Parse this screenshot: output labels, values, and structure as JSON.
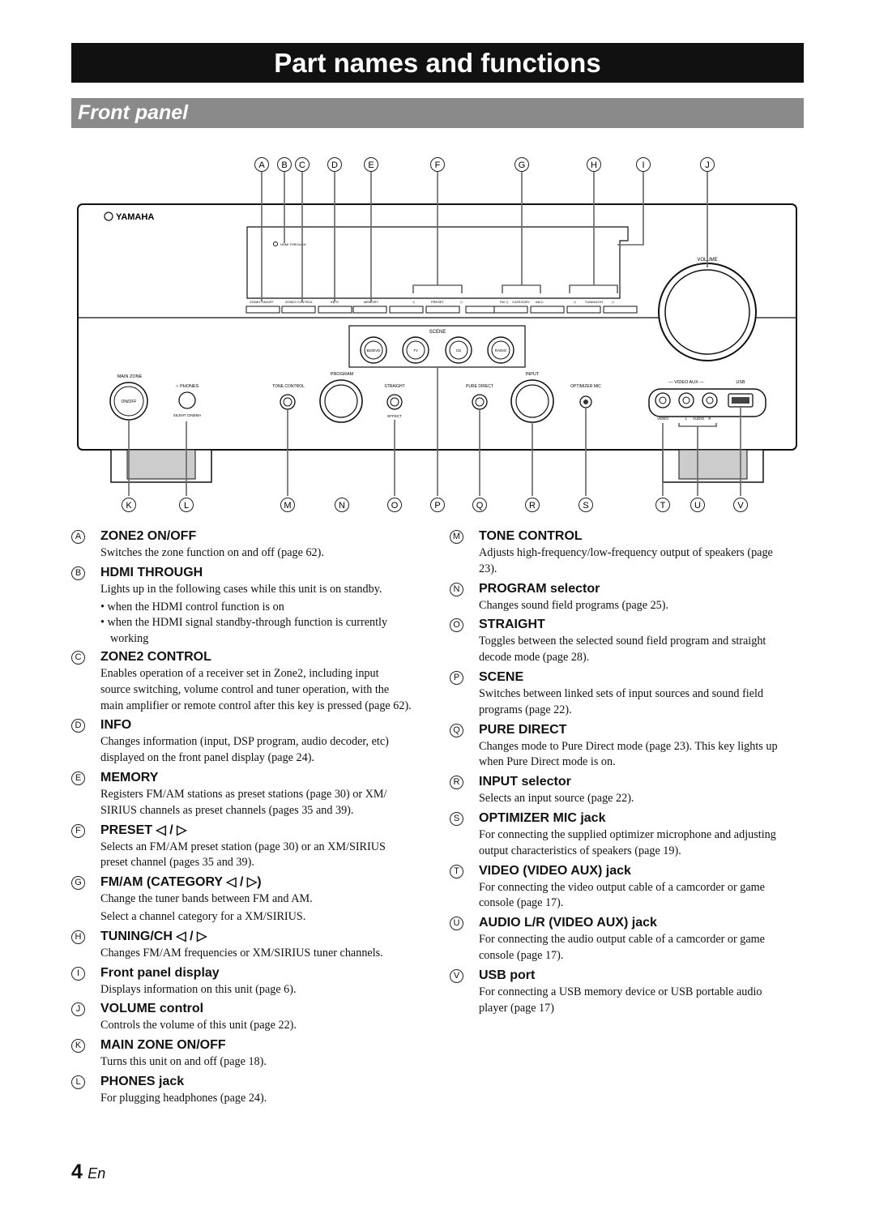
{
  "title": "Part names and functions",
  "section": "Front panel",
  "panel": {
    "brand": "YAMAHA",
    "top_letters": [
      "A",
      "B",
      "C",
      "D",
      "E",
      "F",
      "G",
      "H",
      "I",
      "J"
    ],
    "bottom_letters": [
      "K",
      "L",
      "M",
      "N",
      "O",
      "P",
      "Q",
      "R",
      "S",
      "T",
      "U",
      "V"
    ],
    "hdmi_label": "HDMI THROUGH",
    "volume_label": "VOLUME",
    "buttons": [
      "ZONE2 ON/OFF",
      "ZONE2 CONTROL",
      "INFO",
      "MEMORY",
      "◁",
      "PRESET",
      "▷",
      "FM ◁",
      "CATEGORY",
      "AM ▷",
      "◁",
      "TUNING/CH",
      "▷"
    ],
    "scene_label": "SCENE",
    "scene_buttons": [
      "BD/DVD",
      "TV",
      "CD",
      "RADIO"
    ],
    "main_zone": "MAIN ZONE",
    "on_off": "ON/OFF",
    "phones": "PHONES",
    "silent_cinema": "SILENT CINEMA",
    "tone_control": "TONE CONTROL",
    "program": "PROGRAM",
    "straight": "STRAIGHT",
    "effect": "EFFECT",
    "pure_direct": "PURE DIRECT",
    "input": "INPUT",
    "optimizer_mic": "OPTIMIZER MIC",
    "video_aux": "VIDEO AUX",
    "usb": "USB",
    "video": "VIDEO",
    "l": "L",
    "audio": "AUDIO",
    "r": "R"
  },
  "left_items": [
    {
      "mark": "A",
      "head": "ZONE2 ON/OFF",
      "desc": [
        "Switches the zone function on and off (page 62)."
      ],
      "bullets": []
    },
    {
      "mark": "B",
      "head": "HDMI THROUGH",
      "desc": [
        "Lights up in the following cases while this unit is on standby."
      ],
      "bullets": [
        "when the HDMI control function is on",
        "when the HDMI signal standby-through function is currently working"
      ]
    },
    {
      "mark": "C",
      "head": "ZONE2 CONTROL",
      "desc": [
        "Enables operation of a receiver set in Zone2, including input source switching, volume control and tuner operation, with the main amplifier or remote control after this key is pressed (page 62)."
      ],
      "bullets": []
    },
    {
      "mark": "D",
      "head": "INFO",
      "desc": [
        "Changes information (input, DSP program, audio decoder, etc) displayed on the front panel display (page 24)."
      ],
      "bullets": []
    },
    {
      "mark": "E",
      "head": "MEMORY",
      "desc": [
        "Registers FM/AM stations as preset stations (page 30) or XM/ SIRIUS channels as preset channels (pages 35 and 39)."
      ],
      "bullets": []
    },
    {
      "mark": "F",
      "head": "PRESET ◁ / ▷",
      "desc": [
        "Selects an FM/AM preset station (page 30) or an XM/SIRIUS preset channel (pages 35 and 39)."
      ],
      "bullets": []
    },
    {
      "mark": "G",
      "head": "FM/AM (CATEGORY ◁ / ▷)",
      "desc": [
        "Change the tuner bands between FM and AM.",
        "Select a channel category for a XM/SIRIUS."
      ],
      "bullets": []
    },
    {
      "mark": "H",
      "head": "TUNING/CH ◁ / ▷",
      "desc": [
        "Changes FM/AM frequencies or XM/SIRIUS tuner channels."
      ],
      "bullets": []
    },
    {
      "mark": "I",
      "head": "Front panel display",
      "desc": [
        "Displays information on this unit (page 6)."
      ],
      "bullets": []
    },
    {
      "mark": "J",
      "head": "VOLUME control",
      "desc": [
        "Controls the volume of this unit (page 22)."
      ],
      "bullets": []
    },
    {
      "mark": "K",
      "head": "MAIN ZONE ON/OFF",
      "desc": [
        "Turns this unit on and off (page 18)."
      ],
      "bullets": []
    },
    {
      "mark": "L",
      "head": "PHONES jack",
      "desc": [
        "For plugging headphones (page 24)."
      ],
      "bullets": []
    }
  ],
  "right_items": [
    {
      "mark": "M",
      "head": "TONE CONTROL",
      "desc": [
        "Adjusts high-frequency/low-frequency output of speakers (page 23)."
      ],
      "bullets": []
    },
    {
      "mark": "N",
      "head": "PROGRAM selector",
      "desc": [
        "Changes sound field programs (page 25)."
      ],
      "bullets": []
    },
    {
      "mark": "O",
      "head": "STRAIGHT",
      "desc": [
        "Toggles between the selected sound field program and straight decode mode (page 28)."
      ],
      "bullets": []
    },
    {
      "mark": "P",
      "head": "SCENE",
      "desc": [
        "Switches between linked sets of input sources and sound field programs (page 22)."
      ],
      "bullets": []
    },
    {
      "mark": "Q",
      "head": "PURE DIRECT",
      "desc": [
        "Changes mode to Pure Direct mode (page 23). This key lights up when Pure Direct mode is on."
      ],
      "bullets": []
    },
    {
      "mark": "R",
      "head": "INPUT selector",
      "desc": [
        "Selects an input source (page 22)."
      ],
      "bullets": []
    },
    {
      "mark": "S",
      "head": "OPTIMIZER MIC jack",
      "desc": [
        "For connecting the supplied optimizer microphone and adjusting output characteristics of speakers (page 19)."
      ],
      "bullets": []
    },
    {
      "mark": "T",
      "head": "VIDEO (VIDEO AUX) jack",
      "desc": [
        "For connecting the video output cable of a camcorder or game console (page 17)."
      ],
      "bullets": []
    },
    {
      "mark": "U",
      "head": "AUDIO L/R (VIDEO AUX) jack",
      "desc": [
        "For connecting the audio output cable of a camcorder or game console (page 17)."
      ],
      "bullets": []
    },
    {
      "mark": "V",
      "head": "USB port",
      "desc": [
        "For connecting a USB memory device or USB portable audio player (page 17)"
      ],
      "bullets": []
    }
  ],
  "page_number": "4",
  "page_lang": "En"
}
